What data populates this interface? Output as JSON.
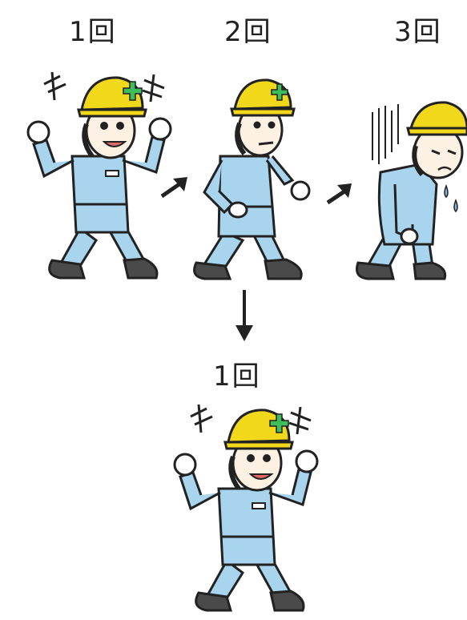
{
  "labels": {
    "step1": "1回",
    "step2": "2回",
    "step3": "3回",
    "step_bottom": "1回"
  },
  "colors": {
    "helmet": "#F2D81A",
    "helmet_cross": "#3DBE5A",
    "uniform": "#A8D4EE",
    "uniform_shade": "#7FB8DC",
    "boots": "#4A4A4A",
    "outline": "#222222"
  },
  "icons": [
    "anger-mark-icon",
    "arrow-right-icon",
    "arrow-down-icon",
    "sweat-drop-icon",
    "gloom-lines-icon"
  ]
}
